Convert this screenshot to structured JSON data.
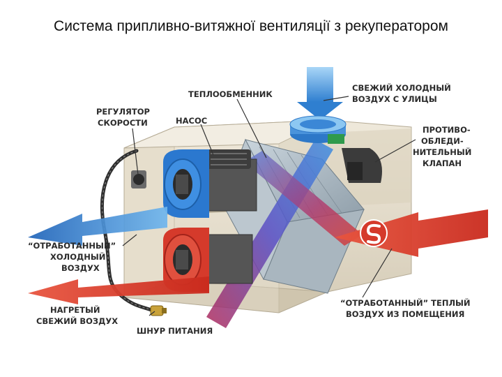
{
  "title": "Система припливно-витяжної вентиляції з рекуператором",
  "labels": {
    "fresh_cold_air": [
      "СВЕЖИЙ ХОЛОДНЫЙ",
      "ВОЗДУХ С УЛИЦЫ"
    ],
    "heat_exchanger": [
      "ТЕПЛООБМЕННИК"
    ],
    "speed_regulator": [
      "РЕГУЛЯТОР",
      "СКОРОСТИ"
    ],
    "pump": [
      "НАСОС"
    ],
    "anti_icing_valve": [
      "ПРОТИВО-",
      "ОБЛЕДИ-",
      "НИТЕЛЬНЫЙ",
      "КЛАПАН"
    ],
    "exhaust_cold_air": [
      "“ОТРАБОТАННЫЙ”",
      "ХОЛОДНЫЙ",
      "ВОЗДУХ"
    ],
    "heated_fresh_air": [
      "НАГРЕТЫЙ",
      "СВЕЖИЙ ВОЗДУХ"
    ],
    "power_cord": [
      "ШНУР ПИТАНИЯ"
    ],
    "exhaust_warm_air": [
      "“ОТРАБОТАННЫЙ” ТЕПЛЫЙ",
      "ВОЗДУХ ИЗ ПОМЕЩЕНИЯ"
    ]
  },
  "colors": {
    "cold_air": "#2f7fd0",
    "warm_air": "#d93a2b",
    "casing": "#e6dfcf",
    "label_text": "#2b2b2b"
  }
}
